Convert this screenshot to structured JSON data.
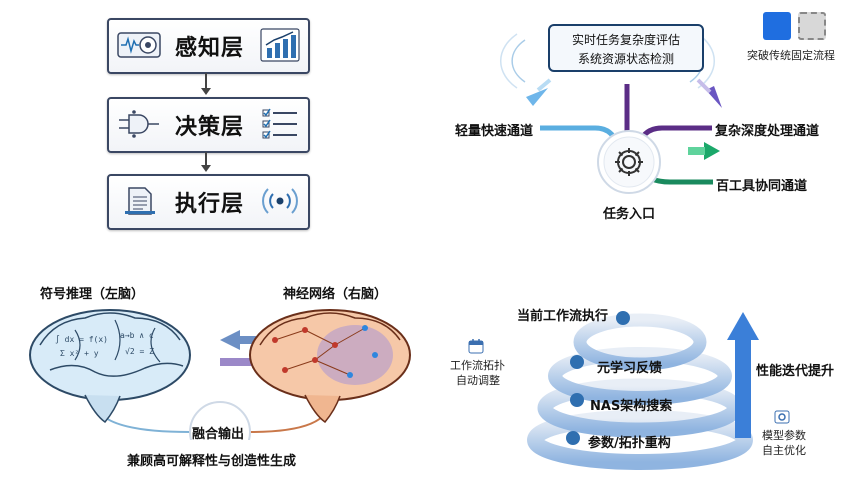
{
  "layers": {
    "perception": "感知层",
    "decision": "决策层",
    "execution": "执行层"
  },
  "routing": {
    "monitor_line1": "实时任务复杂度评估",
    "monitor_line2": "系统资源状态检测",
    "legend_label": "突破传统固定流程",
    "fast_channel": "轻量快速通道",
    "deep_channel": "复杂深度处理通道",
    "tool_channel": "百工具协同通道",
    "entry": "任务入口",
    "colors": {
      "fast": "#5aaee0",
      "deep": "#5b2d86",
      "tool": "#1a8a5e"
    }
  },
  "brains": {
    "symbolic_title": "符号推理（左脑）",
    "neural_title": "神经网络（右脑）",
    "fusion_label": "融合输出",
    "caption": "兼顾高可解释性与创造性生成"
  },
  "spiral": {
    "current": "当前工作流执行",
    "meta": "元学习反馈",
    "nas": "NAS架构搜索",
    "params": "参数/拓扑重构",
    "improve": "性能迭代提升",
    "workflow_line1": "工作流拓扑",
    "workflow_line2": "自动调整",
    "model_line1": "模型参数",
    "model_line2": "自主优化"
  }
}
